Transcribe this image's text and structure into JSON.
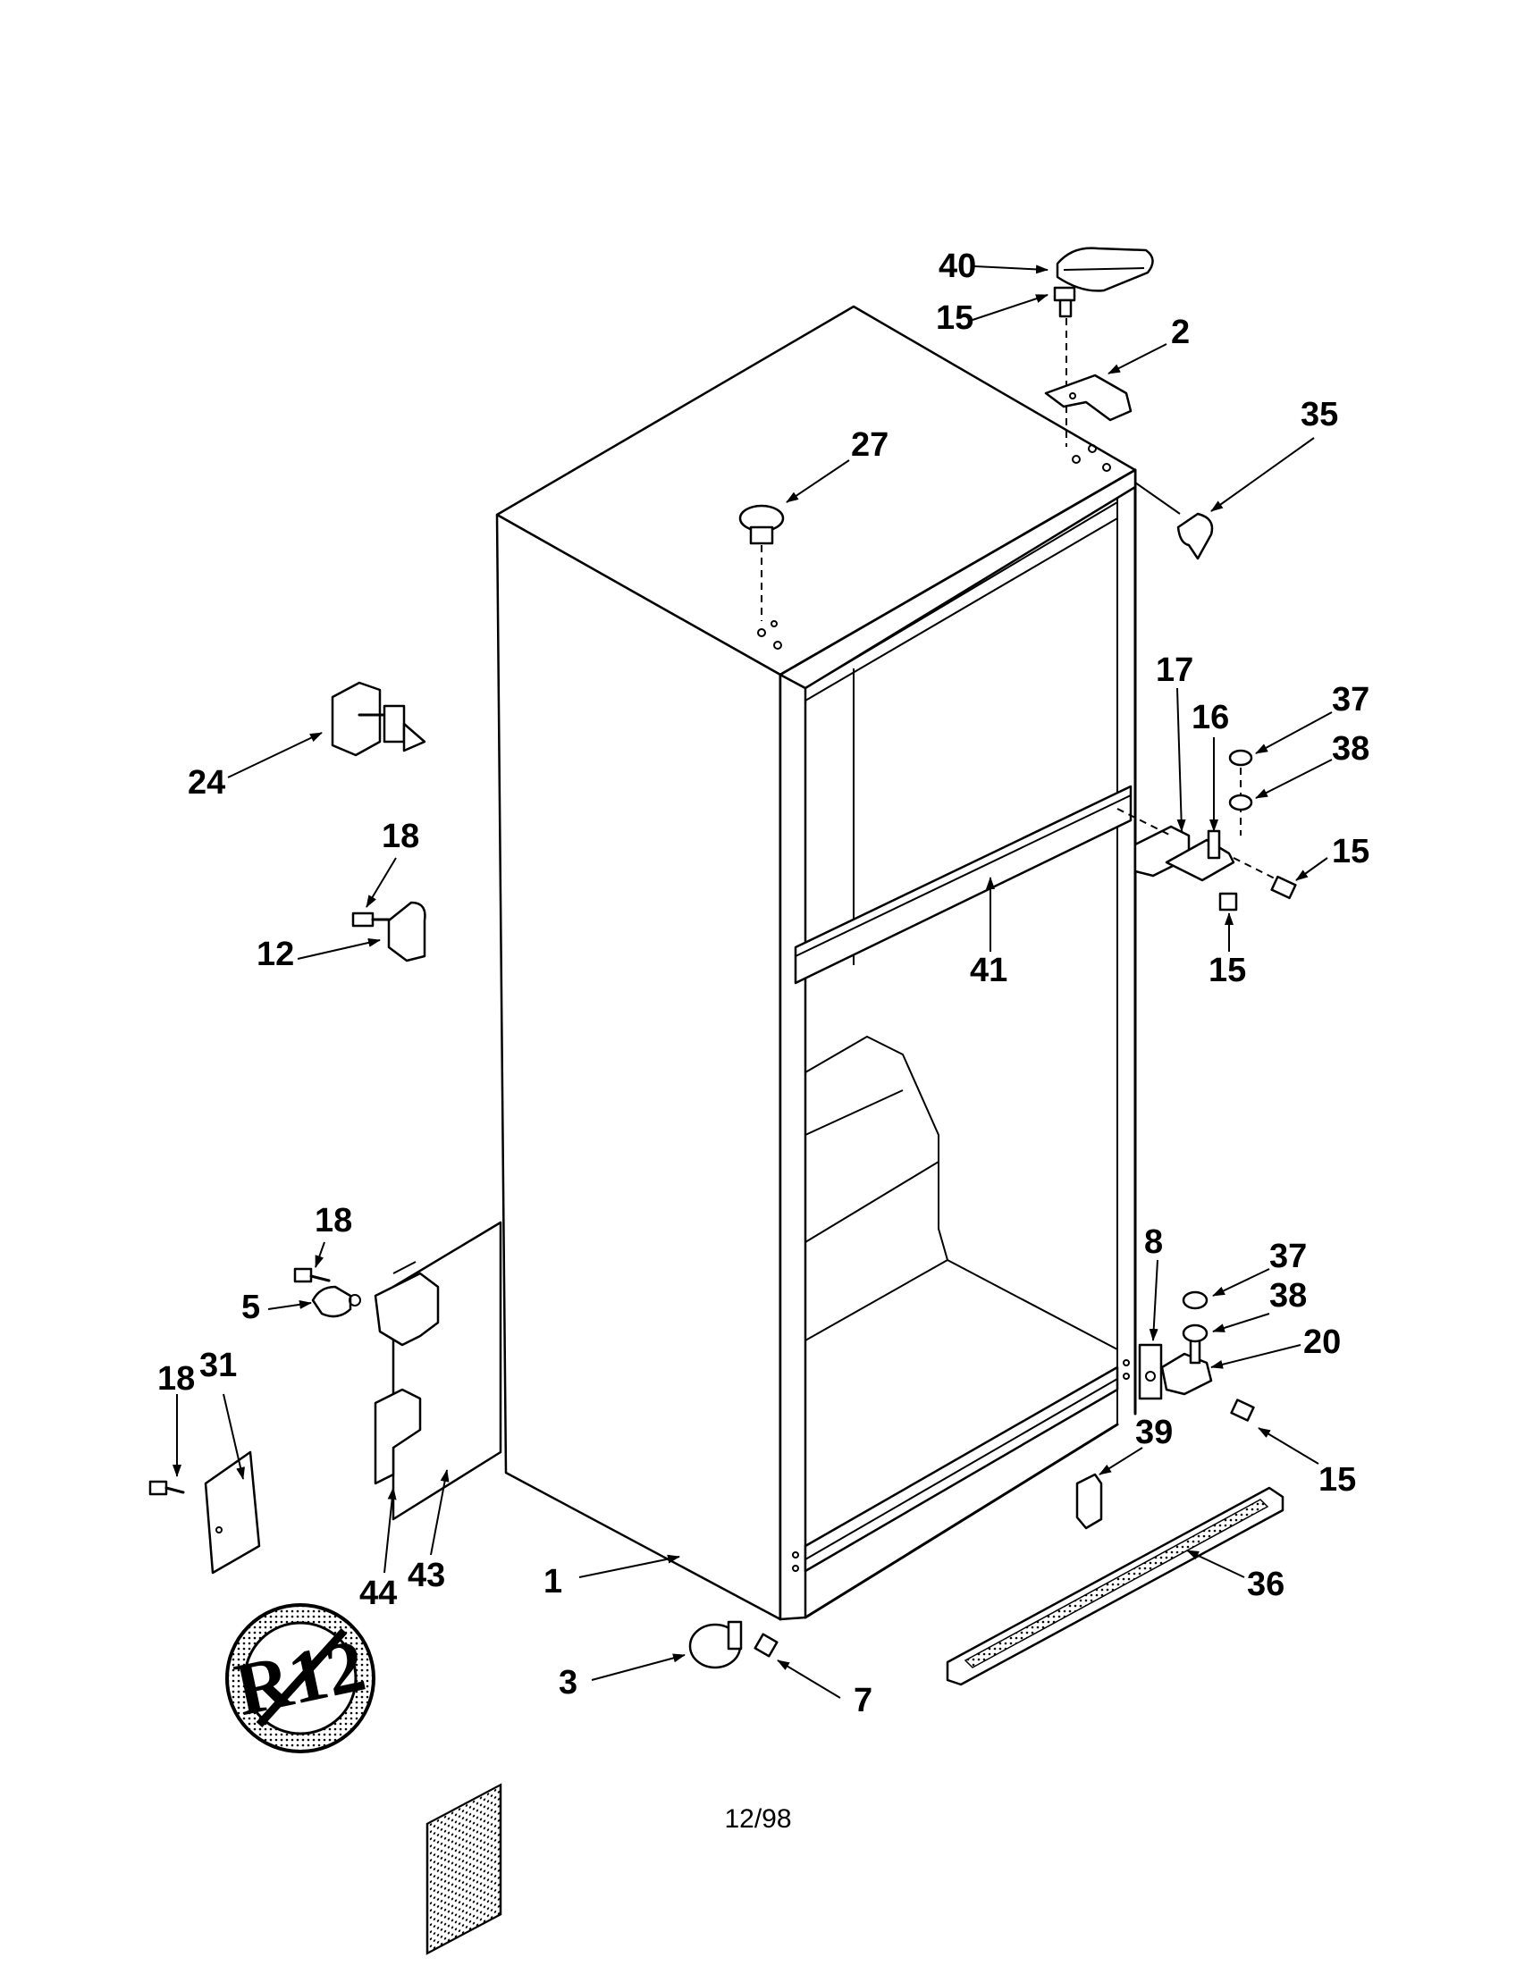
{
  "labels": {
    "l40": "40",
    "l15a": "15",
    "l2": "2",
    "l35": "35",
    "l27": "27",
    "l17": "17",
    "l16": "16",
    "l37a": "37",
    "l38a": "38",
    "l15b": "15",
    "l15c": "15",
    "l41": "41",
    "l24": "24",
    "l18a": "18",
    "l12": "12",
    "l18b": "18",
    "l5": "5",
    "l18c": "18",
    "l31": "31",
    "l8": "8",
    "l37b": "37",
    "l38b": "38",
    "l20": "20",
    "l39": "39",
    "l15d": "15",
    "l36": "36",
    "l44": "44",
    "l43": "43",
    "l1": "1",
    "l3": "3",
    "l7": "7"
  },
  "logo_text": "R12",
  "footer_date": "12/98"
}
